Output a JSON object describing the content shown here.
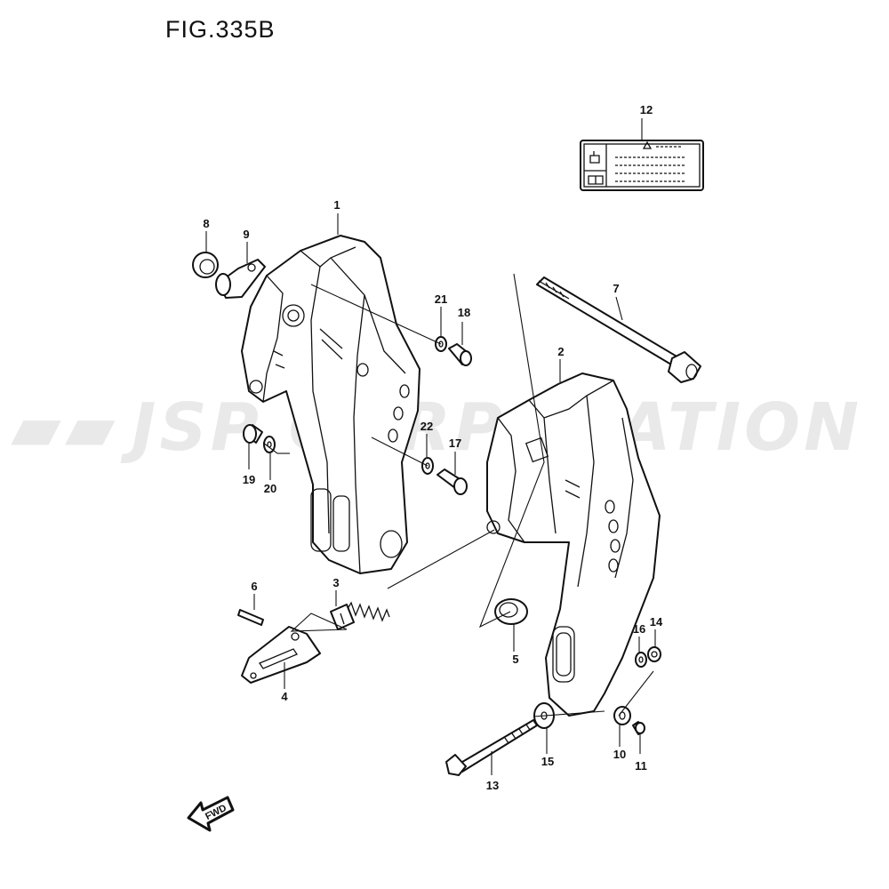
{
  "figure": {
    "title": "FIG.335B"
  },
  "watermark": {
    "text": "JSP CORPORATION"
  },
  "fwd_label": "FWD",
  "callouts": [
    {
      "id": "c1",
      "text": "1"
    },
    {
      "id": "c2",
      "text": "2"
    },
    {
      "id": "c3",
      "text": "3"
    },
    {
      "id": "c4",
      "text": "4"
    },
    {
      "id": "c5",
      "text": "5"
    },
    {
      "id": "c6",
      "text": "6"
    },
    {
      "id": "c7",
      "text": "7"
    },
    {
      "id": "c8",
      "text": "8"
    },
    {
      "id": "c9",
      "text": "9"
    },
    {
      "id": "c10",
      "text": "10"
    },
    {
      "id": "c11",
      "text": "11"
    },
    {
      "id": "c12",
      "text": "12"
    },
    {
      "id": "c13",
      "text": "13"
    },
    {
      "id": "c14",
      "text": "14"
    },
    {
      "id": "c15",
      "text": "15"
    },
    {
      "id": "c16",
      "text": "16"
    },
    {
      "id": "c17",
      "text": "17"
    },
    {
      "id": "c18",
      "text": "18"
    },
    {
      "id": "c19",
      "text": "19"
    },
    {
      "id": "c20",
      "text": "20"
    },
    {
      "id": "c21",
      "text": "21"
    },
    {
      "id": "c22",
      "text": "22"
    }
  ]
}
